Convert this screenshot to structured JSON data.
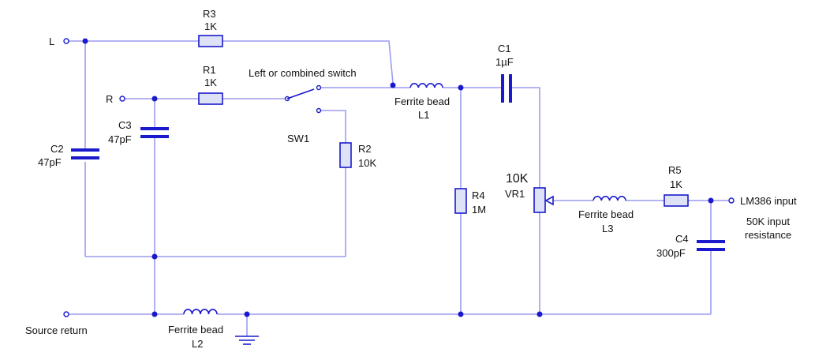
{
  "terminals": {
    "left_input": "L",
    "right_input": "R",
    "source_return": "Source return",
    "output": "LM386 input",
    "output_note_line1": "50K input",
    "output_note_line2": "resistance"
  },
  "components": {
    "r3": {
      "ref": "R3",
      "value": "1K"
    },
    "r1": {
      "ref": "R1",
      "value": "1K"
    },
    "r2": {
      "ref": "R2",
      "value": "10K"
    },
    "r4": {
      "ref": "R4",
      "value": "1M"
    },
    "r5": {
      "ref": "R5",
      "value": "1K"
    },
    "c1": {
      "ref": "C1",
      "value": "1µF"
    },
    "c2": {
      "ref": "C2",
      "value": "47pF"
    },
    "c3": {
      "ref": "C3",
      "value": "47pF"
    },
    "c4": {
      "ref": "C4",
      "value": "300pF"
    },
    "l1": {
      "type": "Ferrite bead",
      "ref": "L1"
    },
    "l2": {
      "type": "Ferrite bead",
      "ref": "L2"
    },
    "l3": {
      "type": "Ferrite bead",
      "ref": "L3"
    },
    "sw1": {
      "ref": "SW1",
      "description": "Left or combined switch"
    },
    "vr1": {
      "ref": "VR1",
      "value": "10K"
    }
  },
  "colors": {
    "wire": "#9c9cf0",
    "component": "#1a1acc",
    "resistor_fill": "#dde2f6"
  }
}
